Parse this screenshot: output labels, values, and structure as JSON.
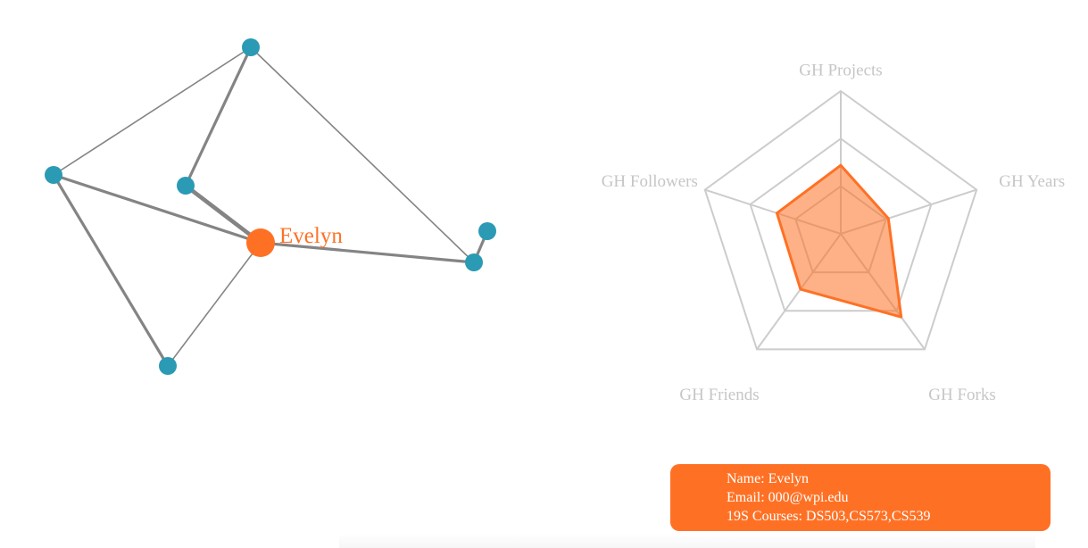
{
  "colors": {
    "accent": "#fe7125",
    "node": "#2b9ab4",
    "edge": "#848484",
    "grid": "#cccccc",
    "axis_label": "#c6c6c6"
  },
  "network": {
    "focus_label": "Evelyn",
    "nodes": [
      {
        "id": "n0",
        "kind": "person"
      },
      {
        "id": "n1",
        "kind": "person"
      },
      {
        "id": "n2",
        "kind": "person"
      },
      {
        "id": "n3",
        "kind": "focus"
      },
      {
        "id": "n4",
        "kind": "person"
      },
      {
        "id": "n5",
        "kind": "person"
      },
      {
        "id": "n6",
        "kind": "person"
      }
    ],
    "edges": [
      {
        "source": "n0",
        "target": "n1",
        "weight": 1
      },
      {
        "source": "n0",
        "target": "n2",
        "weight": 2
      },
      {
        "source": "n0",
        "target": "n5",
        "weight": 1
      },
      {
        "source": "n1",
        "target": "n3",
        "weight": 2
      },
      {
        "source": "n1",
        "target": "n6",
        "weight": 2
      },
      {
        "source": "n2",
        "target": "n3",
        "weight": 3
      },
      {
        "source": "n3",
        "target": "n5",
        "weight": 2
      },
      {
        "source": "n3",
        "target": "n6",
        "weight": 1
      },
      {
        "source": "n4",
        "target": "n5",
        "weight": 2
      }
    ]
  },
  "radar": {
    "axes": [
      "GH Projects",
      "GH Years",
      "GH Forks",
      "GH Friends",
      "GH Followers"
    ],
    "levels": 3,
    "max": 1,
    "values": [
      0.48,
      0.35,
      0.72,
      0.48,
      0.47
    ]
  },
  "info": {
    "name_line": "Name: Evelyn",
    "email_line": "Email: 000@wpi.edu",
    "courses_line": "19S Courses: DS503,CS573,CS539"
  }
}
